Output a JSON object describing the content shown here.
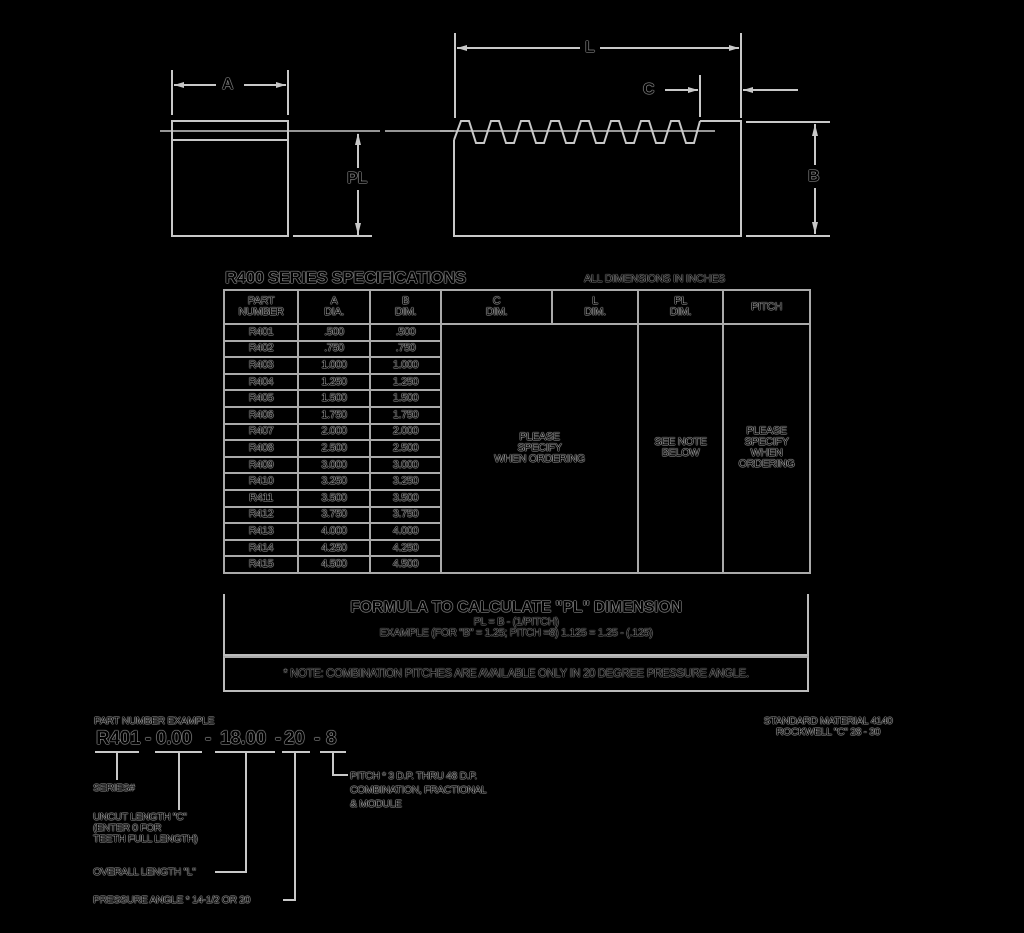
{
  "drawing": {
    "end_view": {
      "label_a": "A",
      "label_pl": "PL"
    },
    "side_view": {
      "label_l": "L",
      "label_c": "C",
      "label_b": "B"
    }
  },
  "spec": {
    "title": "R400 SERIES SPECIFICATIONS",
    "units_note": "ALL DIMENSIONS IN INCHES",
    "headers": [
      {
        "line1": "PART",
        "line2": "NUMBER"
      },
      {
        "line1": "A",
        "line2": "DIA."
      },
      {
        "line1": "B",
        "line2": "DIM."
      },
      {
        "line1": "C",
        "line2": "DIM."
      },
      {
        "line1": "L",
        "line2": "DIM."
      },
      {
        "line1": "PL",
        "line2": "DIM."
      },
      {
        "line1": "PITCH",
        "line2": ""
      }
    ],
    "rows": [
      {
        "part": "R401",
        "a": ".500",
        "b": ".500"
      },
      {
        "part": "R402",
        "a": ".750",
        "b": ".750"
      },
      {
        "part": "R403",
        "a": "1.000",
        "b": "1.000"
      },
      {
        "part": "R404",
        "a": "1.250",
        "b": "1.250"
      },
      {
        "part": "R405",
        "a": "1.500",
        "b": "1.500"
      },
      {
        "part": "R406",
        "a": "1.750",
        "b": "1.750"
      },
      {
        "part": "R407",
        "a": "2.000",
        "b": "2.000"
      },
      {
        "part": "R408",
        "a": "2.500",
        "b": "2.500"
      },
      {
        "part": "R409",
        "a": "3.000",
        "b": "3.000"
      },
      {
        "part": "R410",
        "a": "3.250",
        "b": "3.250"
      },
      {
        "part": "R411",
        "a": "3.500",
        "b": "3.500"
      },
      {
        "part": "R412",
        "a": "3.750",
        "b": "3.750"
      },
      {
        "part": "R413",
        "a": "4.000",
        "b": "4.000"
      },
      {
        "part": "R414",
        "a": "4.250",
        "b": "4.250"
      },
      {
        "part": "R415",
        "a": "4.500",
        "b": "4.500"
      }
    ],
    "c_l_merged": [
      "PLEASE",
      "SPECIFY",
      "WHEN ORDERING"
    ],
    "pl_merged": [
      "SEE NOTE",
      "BELOW"
    ],
    "pitch_merged": [
      "PLEASE",
      "SPECIFY",
      "WHEN",
      "ORDERING"
    ],
    "formula_title": "FORMULA TO CALCULATE \"PL\" DIMENSION",
    "formula": "PL = B - (1/PITCH)",
    "formula_example": "EXAMPLE (FOR \"B\" = 1.25;  PITCH =8)   1.125 = 1.25 - (.125)",
    "note": "* NOTE: COMBINATION PITCHES ARE AVAILABLE ONLY IN 20 DEGREE PRESSURE ANGLE."
  },
  "part_example": {
    "heading": "PART NUMBER EXAMPLE",
    "segments": [
      "R401",
      "-",
      "0.00",
      "-",
      "18.00",
      "-",
      "20",
      "-",
      "8"
    ],
    "callouts": {
      "series": "SERIES#",
      "uncut": [
        "UNCUT LENGTH \"C\"",
        "(ENTER 0 FOR",
        "TEETH FULL LENGTH)"
      ],
      "overall": "OVERALL LENGTH \"L\"",
      "pressure": "PRESSURE ANGLE * 14-1/2 OR 20",
      "pitch": [
        "PITCH * 3 D.P. THRU 48 D.P.",
        "COMBINATION, FRACTIONAL",
        "& MODULE"
      ]
    }
  },
  "material": {
    "line1": "STANDARD MATERIAL 4140",
    "line2": "ROCKWELL \"C\" 28 - 30"
  }
}
